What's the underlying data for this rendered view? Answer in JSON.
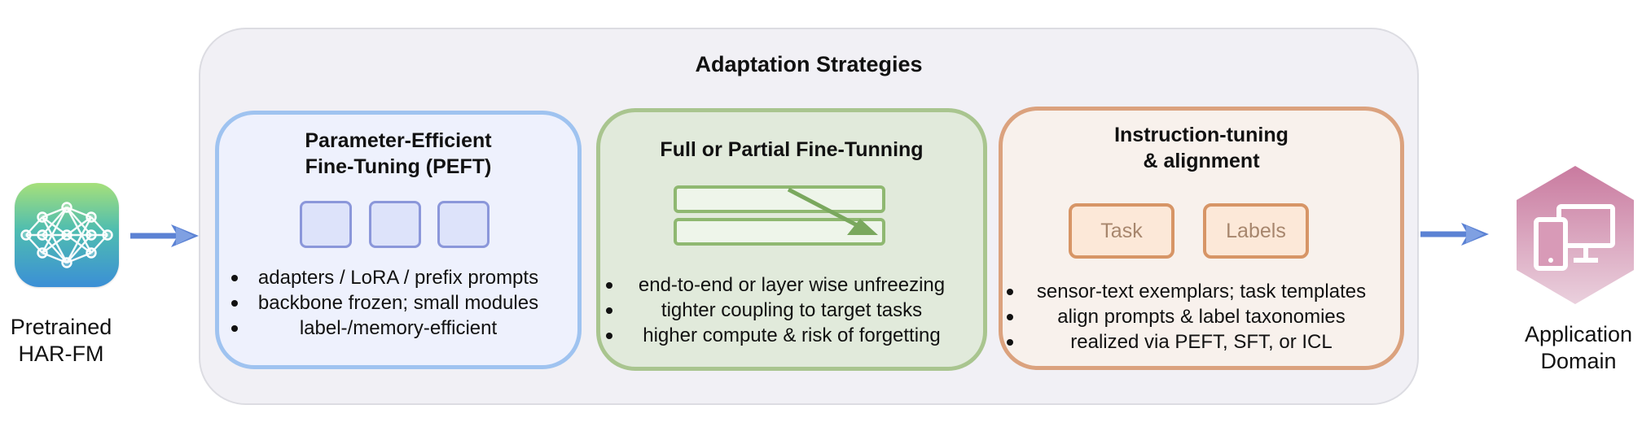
{
  "left_node": {
    "label": "Pretrained\nHAR-FM",
    "icon": "neural-network-icon"
  },
  "right_node": {
    "label": "Application\nDomain",
    "icon": "devices-icon"
  },
  "container": {
    "title": "Adaptation Strategies"
  },
  "panels": [
    {
      "title": "Parameter-Efficient\nFine-Tuning (PEFT)",
      "bullets": [
        "adapters / LoRA / prefix prompts",
        "backbone frozen; small modules",
        "label-/memory-efficient"
      ]
    },
    {
      "title": "Full or Partial Fine-Tunning",
      "bullets": [
        "end-to-end or layer wise unfreezing",
        "tighter coupling to target tasks",
        "higher compute & risk of forgetting"
      ]
    },
    {
      "title": "Instruction-tuning\n& alignment",
      "chips": [
        "Task",
        "Labels"
      ],
      "bullets": [
        "sensor-text exemplars; task templates",
        "align prompts & label taxonomies",
        "realized via PEFT, SFT, or ICL"
      ]
    }
  ],
  "colors": {
    "arrow": "#5b82d4",
    "peft_border": "#9fc3f0",
    "ft_border": "#a9c58f",
    "inst_border": "#dba27e",
    "hexagon": "#c97fa3"
  }
}
